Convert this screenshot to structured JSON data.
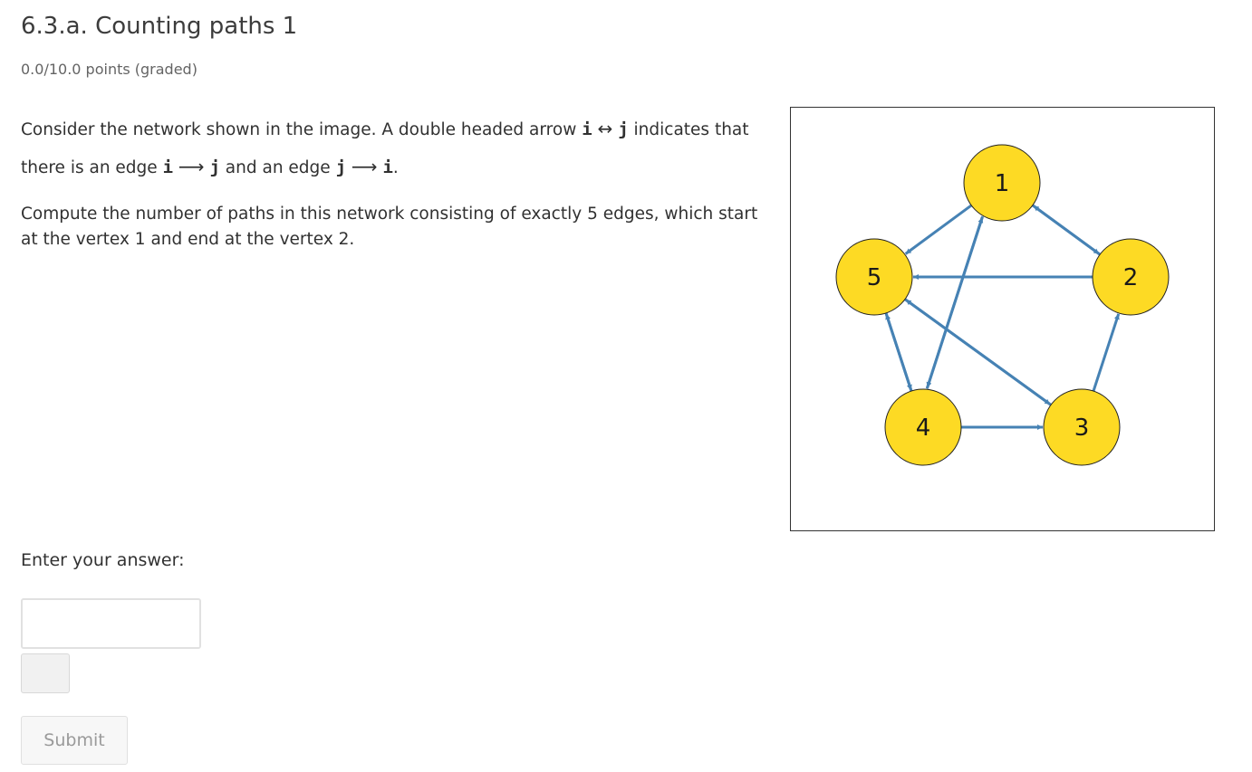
{
  "problem": {
    "title": "6.3.a. Counting paths 1",
    "points": "0.0/10.0 points (graded)",
    "para1_part1": "Consider the network shown in the image. A double headed arrow ",
    "sym_i": "i",
    "sym_j": "j",
    "arrow_double": "↔",
    "arrow_right": "⟶",
    "para1_part2": " indicates that there is an edge ",
    "para1_part3": " and an edge ",
    "para1_end": ".",
    "para2": "Compute the number of paths in this network consisting of exactly 5 edges, which start at the vertex 1 and end at the vertex 2.",
    "prompt": "Enter your answer:",
    "answer_value": "",
    "submit_label": "Submit"
  },
  "graph": {
    "node_color": "#FDDA24",
    "edge_color": "#4682B4",
    "nodes": [
      {
        "id": "1",
        "label": "1"
      },
      {
        "id": "2",
        "label": "2"
      },
      {
        "id": "3",
        "label": "3"
      },
      {
        "id": "4",
        "label": "4"
      },
      {
        "id": "5",
        "label": "5"
      }
    ],
    "edges": [
      {
        "from": "1",
        "to": "5"
      },
      {
        "from": "1",
        "to": "2"
      },
      {
        "from": "2",
        "to": "1"
      },
      {
        "from": "2",
        "to": "5"
      },
      {
        "from": "4",
        "to": "1"
      },
      {
        "from": "1",
        "to": "4"
      },
      {
        "from": "5",
        "to": "3"
      },
      {
        "from": "3",
        "to": "5"
      },
      {
        "from": "5",
        "to": "4"
      },
      {
        "from": "4",
        "to": "5"
      },
      {
        "from": "4",
        "to": "3"
      },
      {
        "from": "3",
        "to": "2"
      }
    ]
  }
}
